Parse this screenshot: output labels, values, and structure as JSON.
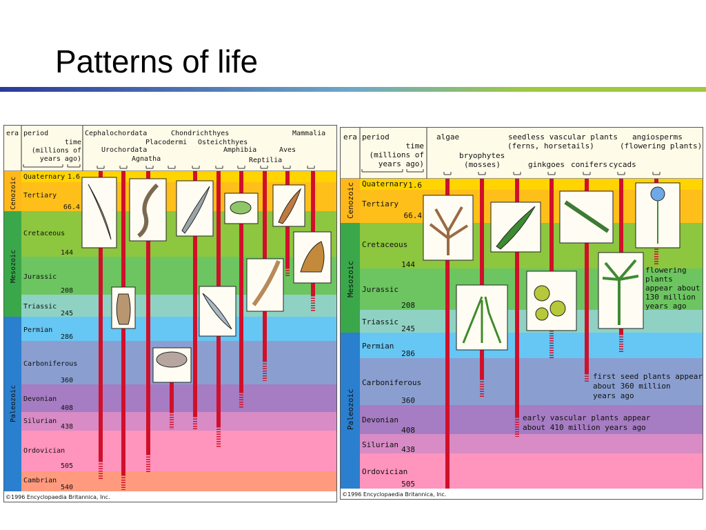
{
  "slide": {
    "title": "Patterns of life"
  },
  "colors": {
    "header_bg": "#fffbe9",
    "quaternary": "#ffd400",
    "tertiary": "#ffbf1a",
    "cretaceous": "#8dc63f",
    "jurassic": "#6cc560",
    "triassic": "#8fd2c4",
    "permian": "#66c6f4",
    "carboniferous": "#8a9fd0",
    "devonian": "#a67cc3",
    "silurian": "#d88bc5",
    "ordovician": "#ff94bd",
    "cambrian": "#ff9a7e",
    "era_cenozoic": "#ffb81c",
    "era_mesozoic": "#3aa84a",
    "era_paleozoic": "#2a7fcf",
    "lineage": "#d0102a",
    "accent_bar": "#9ec93f"
  },
  "animals": {
    "header": {
      "era": "era",
      "period": "period",
      "time": "time",
      "time2": "(millions of",
      "time3": "years ago)"
    },
    "groups": [
      {
        "label": "Cephalochordata"
      },
      {
        "label": "Urochordata"
      },
      {
        "label": "Agnatha"
      },
      {
        "label": "Placodermi"
      },
      {
        "label": "Chondrichthyes"
      },
      {
        "label": "Osteichthyes"
      },
      {
        "label": "Amphibia"
      },
      {
        "label": "Reptilia"
      },
      {
        "label": "Aves"
      },
      {
        "label": "Mammalia"
      }
    ],
    "eras": [
      {
        "label": "Cenozoic"
      },
      {
        "label": "Mesozoic"
      },
      {
        "label": "Paleozoic"
      }
    ],
    "periods": [
      {
        "label": "Quaternary",
        "time": "1.6"
      },
      {
        "label": "Tertiary",
        "time": "66.4"
      },
      {
        "label": "Cretaceous",
        "time": "144"
      },
      {
        "label": "Jurassic",
        "time": "208"
      },
      {
        "label": "Triassic",
        "time": "245"
      },
      {
        "label": "Permian",
        "time": "286"
      },
      {
        "label": "Carboniferous",
        "time": "360"
      },
      {
        "label": "Devonian",
        "time": "408"
      },
      {
        "label": "Silurian",
        "time": "438"
      },
      {
        "label": "Ordovician",
        "time": "505"
      },
      {
        "label": "Cambrian",
        "time": "540"
      }
    ],
    "copyright": "©1996 Encyclopaedia Britannica, Inc."
  },
  "plants": {
    "header": {
      "era": "era",
      "period": "period",
      "time": "time",
      "time2": "(millions of",
      "time3": "years ago)"
    },
    "groups": [
      {
        "label": "algae"
      },
      {
        "label": "bryophytes",
        "sub": "(mosses)"
      },
      {
        "label": "seedless vascular plants",
        "sub": "(ferns, horsetails)"
      },
      {
        "label": "ginkgoes"
      },
      {
        "label": "conifers"
      },
      {
        "label": "cycads"
      },
      {
        "label": "angiosperms",
        "sub": "(flowering plants)"
      }
    ],
    "eras": [
      {
        "label": "Cenozoic"
      },
      {
        "label": "Mesozoic"
      },
      {
        "label": "Paleozoic"
      }
    ],
    "periods": [
      {
        "label": "Quaternary",
        "time": "1.6"
      },
      {
        "label": "Tertiary",
        "time": "66.4"
      },
      {
        "label": "Cretaceous",
        "time": "144"
      },
      {
        "label": "Jurassic",
        "time": "208"
      },
      {
        "label": "Triassic",
        "time": "245"
      },
      {
        "label": "Permian",
        "time": "286"
      },
      {
        "label": "Carboniferous",
        "time": "360"
      },
      {
        "label": "Devonian",
        "time": "408"
      },
      {
        "label": "Silurian",
        "time": "438"
      },
      {
        "label": "Ordovician",
        "time": "505"
      }
    ],
    "annotations": {
      "flowering": [
        "flowering",
        "plants",
        "appear about",
        "130 million",
        "years ago"
      ],
      "seed": [
        "first seed plants appear",
        "about 360 million",
        "years ago"
      ],
      "vascular": [
        "early vascular plants appear",
        "about 410 million years ago"
      ]
    },
    "copyright": "©1996 Encyclopaedia Britannica, Inc."
  }
}
